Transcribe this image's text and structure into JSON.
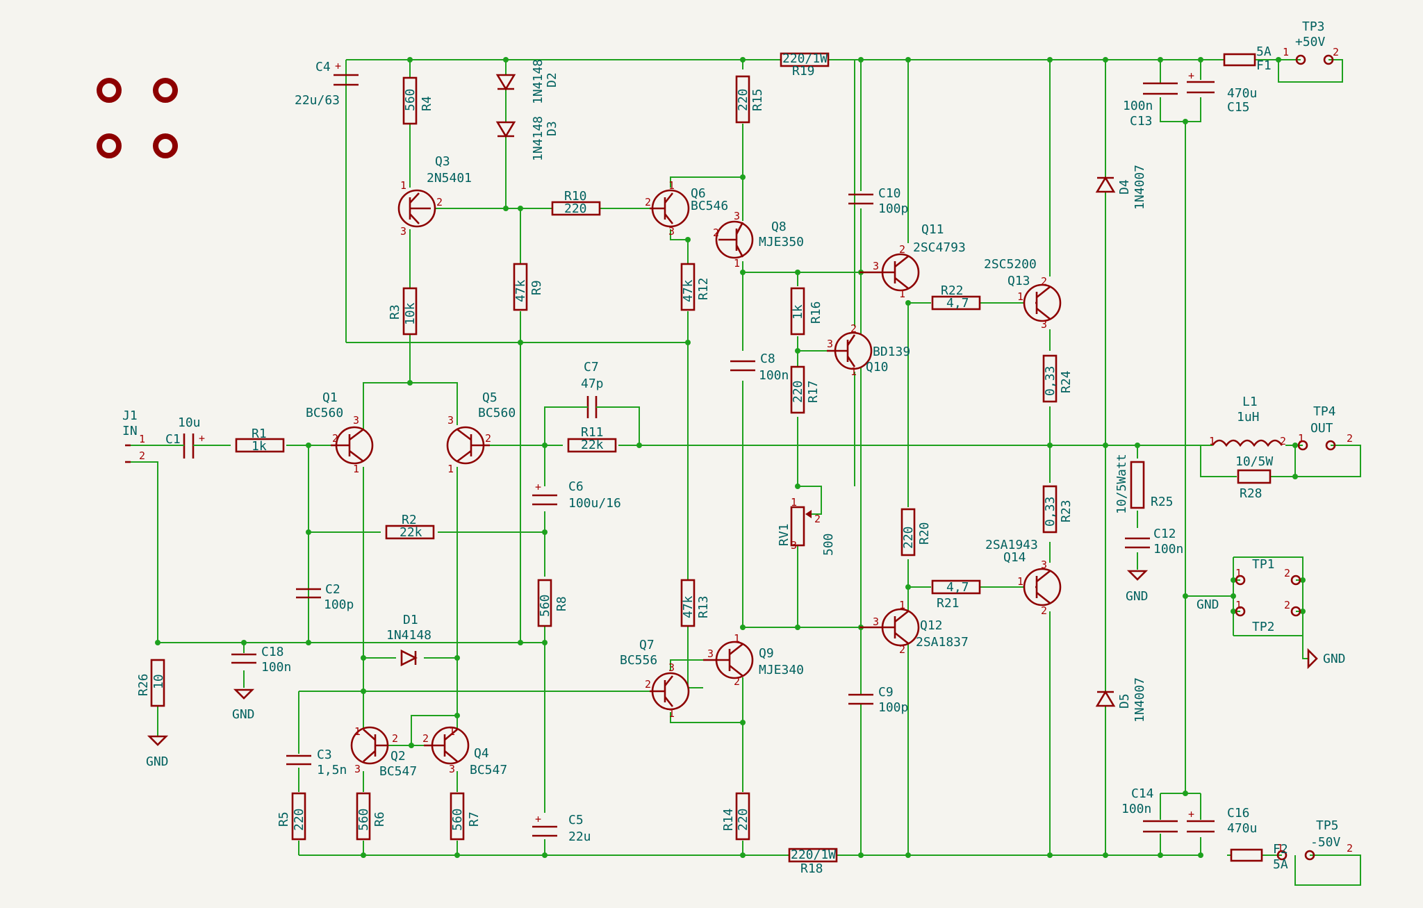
{
  "components": {
    "J1": {
      "ref": "J1",
      "value": "IN"
    },
    "C1": {
      "ref": "C1",
      "value": "10u"
    },
    "R1": {
      "ref": "R1",
      "value": "1k"
    },
    "Q1": {
      "ref": "Q1",
      "value": "BC560"
    },
    "Q5": {
      "ref": "Q5",
      "value": "BC560"
    },
    "R2": {
      "ref": "R2",
      "value": "22k"
    },
    "C2": {
      "ref": "C2",
      "value": "100p"
    },
    "D1": {
      "ref": "D1",
      "value": "1N4148"
    },
    "R26": {
      "ref": "R26",
      "value": "10"
    },
    "C18": {
      "ref": "C18",
      "value": "100n"
    },
    "C3": {
      "ref": "C3",
      "value": "1,5n"
    },
    "R5": {
      "ref": "R5",
      "value": "220"
    },
    "Q2": {
      "ref": "Q2",
      "value": "BC547"
    },
    "Q4": {
      "ref": "Q4",
      "value": "BC547"
    },
    "R6": {
      "ref": "R6",
      "value": "560"
    },
    "R7": {
      "ref": "R7",
      "value": "560"
    },
    "C4": {
      "ref": "C4",
      "value": "22u/63"
    },
    "R4": {
      "ref": "R4",
      "value": "560"
    },
    "D2": {
      "ref": "D2",
      "value": "1N4148"
    },
    "D3": {
      "ref": "D3",
      "value": "1N4148"
    },
    "Q3": {
      "ref": "Q3",
      "value": "2N5401"
    },
    "R3": {
      "ref": "R3",
      "value": "10k"
    },
    "R9": {
      "ref": "R9",
      "value": "47k"
    },
    "R10": {
      "ref": "R10",
      "value": "220"
    },
    "Q6": {
      "ref": "Q6",
      "value": "BC546"
    },
    "R12": {
      "ref": "R12",
      "value": "47k"
    },
    "C7": {
      "ref": "C7",
      "value": "47p"
    },
    "R11": {
      "ref": "R11",
      "value": "22k"
    },
    "C6": {
      "ref": "C6",
      "value": "100u/16"
    },
    "R8": {
      "ref": "R8",
      "value": "560"
    },
    "C5": {
      "ref": "C5",
      "value": "22u"
    },
    "Q7": {
      "ref": "Q7",
      "value": "BC556"
    },
    "R13": {
      "ref": "R13",
      "value": "47k"
    },
    "R15": {
      "ref": "R15",
      "value": "220"
    },
    "Q8": {
      "ref": "Q8",
      "value": "MJE350"
    },
    "C8": {
      "ref": "C8",
      "value": "100n"
    },
    "Q9": {
      "ref": "Q9",
      "value": "MJE340"
    },
    "R14": {
      "ref": "R14",
      "value": "220"
    },
    "R19": {
      "ref": "R19",
      "value": "220/1W"
    },
    "R18": {
      "ref": "R18",
      "value": "220/1W"
    },
    "R16": {
      "ref": "R16",
      "value": "1k"
    },
    "R17": {
      "ref": "R17",
      "value": "220"
    },
    "Q10": {
      "ref": "Q10",
      "value": "BD139"
    },
    "RV1": {
      "ref": "RV1",
      "value": "500"
    },
    "C10": {
      "ref": "C10",
      "value": "100p"
    },
    "C9": {
      "ref": "C9",
      "value": "100p"
    },
    "Q11": {
      "ref": "Q11",
      "value": "2SC4793"
    },
    "Q12": {
      "ref": "Q12",
      "value": "2SA1837"
    },
    "R22": {
      "ref": "R22",
      "value": "4,7"
    },
    "R21": {
      "ref": "R21",
      "value": "4,7"
    },
    "R20": {
      "ref": "R20",
      "value": "220"
    },
    "Q13": {
      "ref": "Q13",
      "value": "2SC5200"
    },
    "Q14": {
      "ref": "Q14",
      "value": "2SA1943"
    },
    "R24": {
      "ref": "R24",
      "value": "0,33"
    },
    "R23": {
      "ref": "R23",
      "value": "0,33"
    },
    "D4": {
      "ref": "D4",
      "value": "1N4007"
    },
    "D5": {
      "ref": "D5",
      "value": "1N4007"
    },
    "R25": {
      "ref": "R25",
      "value": "10/5Watt"
    },
    "C12": {
      "ref": "C12",
      "value": "100n"
    },
    "C13": {
      "ref": "C13",
      "value": "100n"
    },
    "C15": {
      "ref": "C15",
      "value": "470u"
    },
    "C14": {
      "ref": "C14",
      "value": "100n"
    },
    "C16": {
      "ref": "C16",
      "value": "470u"
    },
    "F1": {
      "ref": "F1",
      "value": "5A"
    },
    "F2": {
      "ref": "F2",
      "value": "5A"
    },
    "L1": {
      "ref": "L1",
      "value": "1uH"
    },
    "R28": {
      "ref": "R28",
      "value": "10/5W"
    },
    "TP1": {
      "ref": "TP1"
    },
    "TP2": {
      "ref": "TP2"
    },
    "TP3": {
      "ref": "TP3",
      "value": "+50V"
    },
    "TP4": {
      "ref": "TP4",
      "value": "OUT"
    },
    "TP5": {
      "ref": "TP5",
      "value": "-50V"
    }
  },
  "labels": {
    "gnd": "GND"
  },
  "pins": {
    "p1": "1",
    "p2": "2",
    "p3": "3"
  },
  "colors": {
    "wire": "#1ea11e",
    "symbol": "#8d0000",
    "text": "#00605e",
    "pin_number": "#a50000",
    "background": "#f5f4ef"
  }
}
